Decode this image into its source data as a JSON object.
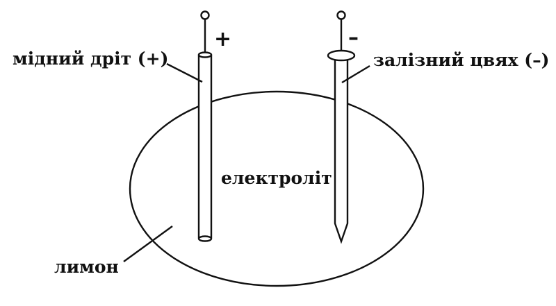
{
  "labels": {
    "copper_wire": "мідний дріт (+)",
    "iron_nail": "залізний цвях (–)",
    "electrolyte": "електроліт",
    "lemon": "лимон",
    "plus": "+",
    "minus": "–"
  },
  "colors": {
    "line": "#111111",
    "background": "#ffffff"
  }
}
